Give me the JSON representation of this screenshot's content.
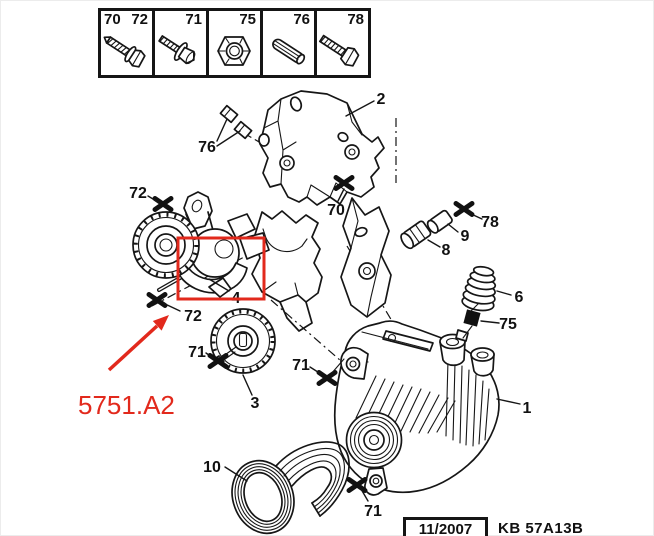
{
  "colors": {
    "highlight": "#e2291c",
    "ink": "#151515"
  },
  "parts_strip": {
    "cell1_left": "70",
    "cell1_right": "72",
    "cell2": "71",
    "cell3": "75",
    "cell4": "76",
    "cell5": "78"
  },
  "callouts": {
    "alternator": "1",
    "mounting_bracket": "2",
    "idler_pulley": "3",
    "tensioner": "4",
    "protective_cap": "6",
    "spacer_sleeve": "8",
    "bush": "9",
    "drive_belt": "10",
    "bolt_70": "70",
    "bolt_71_pulley": "71",
    "bolt_71_upper": "71",
    "bolt_71_lower": "71",
    "bolt_72_upper": "72",
    "bolt_72_lower": "72",
    "nut_75": "75",
    "pins_76": "76",
    "bolt_78": "78"
  },
  "annotation": {
    "part_reference": "5751.A2"
  },
  "footer": {
    "date": "11/2007",
    "drawing_code": "KB 57A13B"
  }
}
